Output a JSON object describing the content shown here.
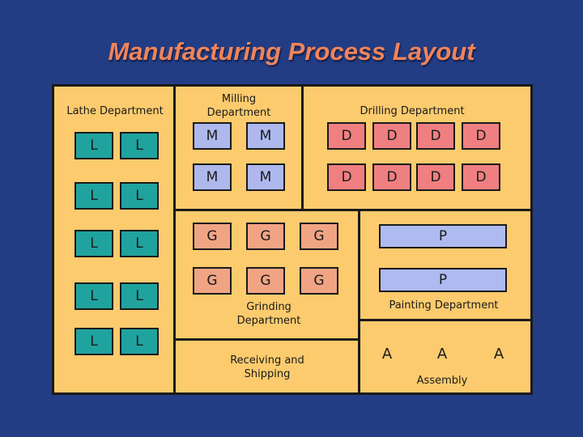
{
  "title": "Manufacturing Process Layout",
  "departments": {
    "lathe": "Lathe Department",
    "milling": "Milling Department",
    "drilling": "Drilling Department",
    "grinding": "Grinding Department",
    "painting": "Painting Department",
    "receiving": "Receiving and Shipping",
    "assembly": "Assembly"
  },
  "machines": {
    "lathe": [
      "L",
      "L",
      "L",
      "L",
      "L",
      "L",
      "L",
      "L",
      "L",
      "L"
    ],
    "milling": [
      "M",
      "M",
      "M",
      "M"
    ],
    "drilling": [
      "D",
      "D",
      "D",
      "D",
      "D",
      "D",
      "D",
      "D"
    ],
    "grinding": [
      "G",
      "G",
      "G",
      "G",
      "G",
      "G"
    ],
    "painting": [
      "P",
      "P"
    ],
    "assembly": [
      "A",
      "A",
      "A"
    ]
  },
  "colors": {
    "background": "#233d85",
    "floor": "#fccb6e",
    "title": "#f0845a",
    "lathe": "#20a39e",
    "milling": "#aeb8ec",
    "drilling": "#ef7f80",
    "grinding": "#f1a484",
    "painting": "#aebbf0"
  }
}
